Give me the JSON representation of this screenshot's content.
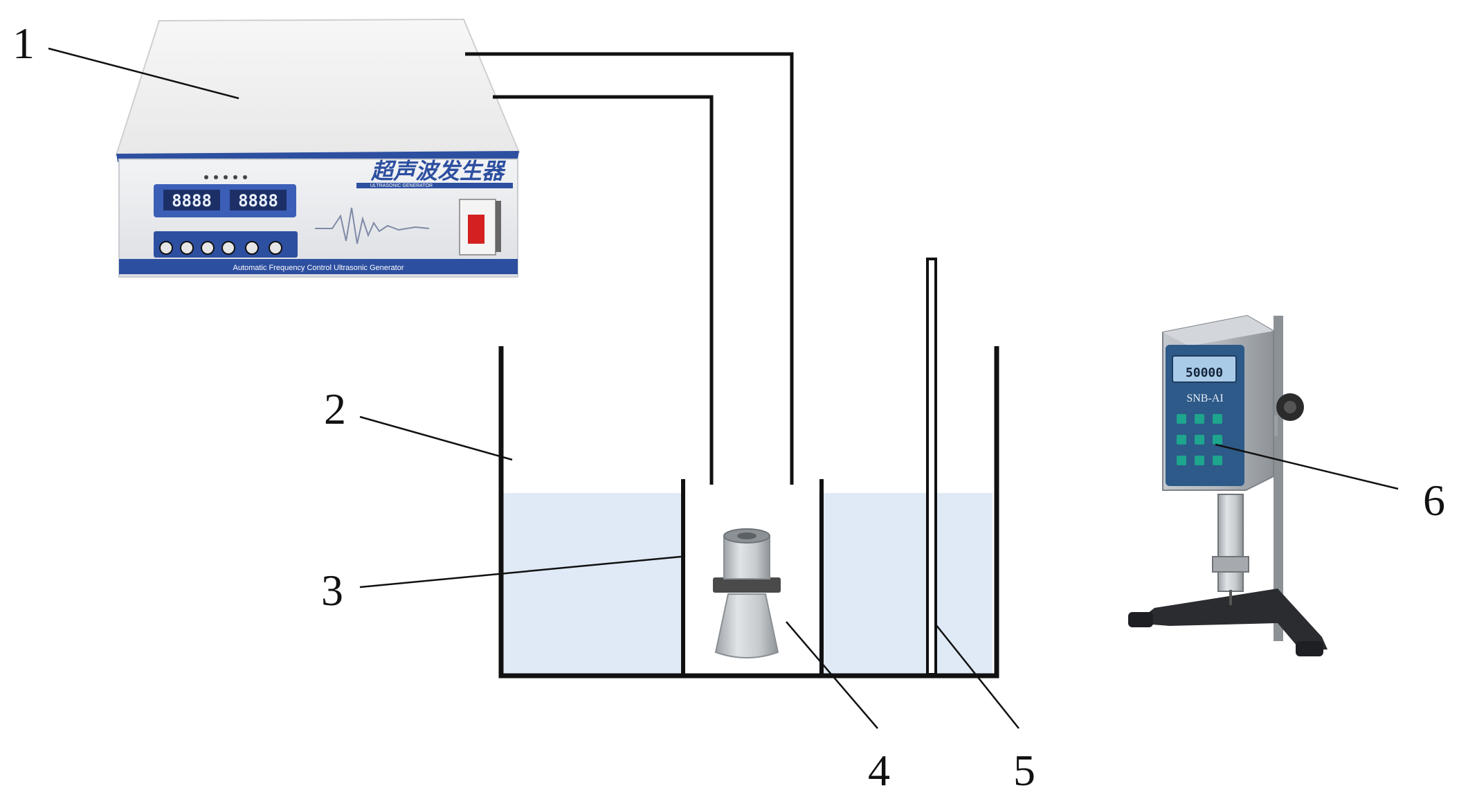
{
  "callouts": [
    {
      "id": "1",
      "label": "1"
    },
    {
      "id": "2",
      "label": "2"
    },
    {
      "id": "3",
      "label": "3"
    },
    {
      "id": "4",
      "label": "4"
    },
    {
      "id": "5",
      "label": "5"
    },
    {
      "id": "6",
      "label": "6"
    }
  ],
  "generator": {
    "brand_cn": "超声波发生器",
    "brand_en": "ULTRASONIC GENERATOR",
    "display_left": "8888",
    "display_right": "8888",
    "footer_text": "Automatic Frequency Control Ultrasonic Generator"
  },
  "viscometer": {
    "model": "SNB-AI",
    "display_value": "50000"
  },
  "colors": {
    "liquid": "#dfeaf6",
    "generator_band": "#2d4fa0",
    "generator_display": "#3b5fb7",
    "transducer": "#c4c8cc",
    "viscometer_body": "#a9afb6",
    "viscometer_panel": "#2d5a88",
    "viscometer_button": "#1ea58d"
  }
}
